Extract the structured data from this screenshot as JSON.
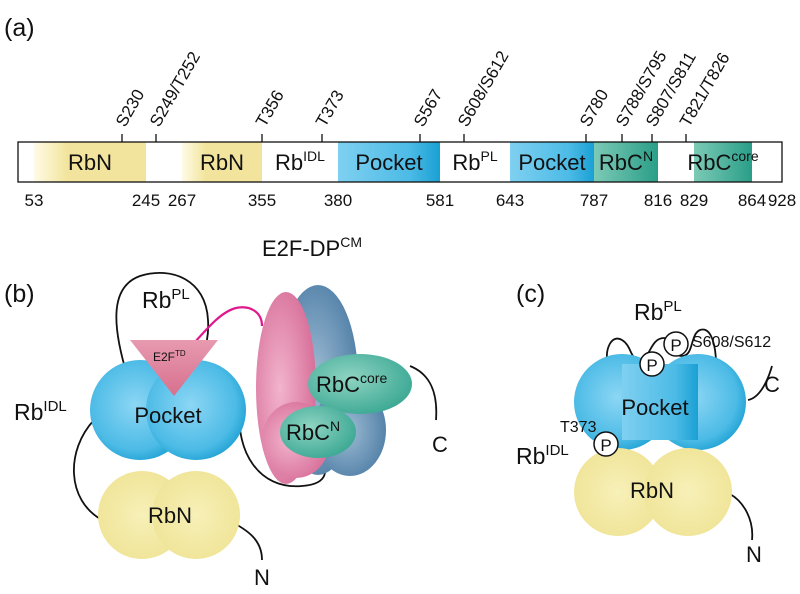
{
  "colors": {
    "rbn": "#f2e49c",
    "rbn_ball": "#f4ec9c",
    "pocket": "#5cc2ea",
    "pocket_dark": "#1aa6d8",
    "rbc": "#2fa58c",
    "rbc_light": "#6ec6b0",
    "e2f_td": "#e0869c",
    "e2f_pink": "#e48fb0",
    "dp_blue": "#5f8db2",
    "linker": "#e0168c",
    "line": "#111111"
  },
  "panel_a": {
    "label": "(a)",
    "domains": [
      {
        "label": "RbN",
        "start": 53,
        "end": 245,
        "kind": "rbn"
      },
      {
        "label": "RbN",
        "start": 267,
        "end": 355,
        "kind": "rbn"
      },
      {
        "label": "Rb",
        "sup": "IDL",
        "start": 355,
        "end": 380,
        "kind": "plain"
      },
      {
        "label": "Pocket",
        "start": 380,
        "end": 581,
        "kind": "pocket"
      },
      {
        "label": "Rb",
        "sup": "PL",
        "start": 581,
        "end": 643,
        "kind": "plain"
      },
      {
        "label": "Pocket",
        "start": 643,
        "end": 787,
        "kind": "pocket"
      },
      {
        "label": "RbC",
        "sup": "N",
        "start": 787,
        "end": 816,
        "kind": "rbc"
      },
      {
        "label": "RbC",
        "sup": "core",
        "start": 829,
        "end": 864,
        "kind": "rbc"
      }
    ],
    "positions": [
      53,
      245,
      267,
      355,
      380,
      581,
      643,
      787,
      816,
      829,
      864,
      928
    ],
    "sites": [
      {
        "label": "S230",
        "pos": 230
      },
      {
        "label": "S249/T252",
        "pos": 250
      },
      {
        "label": "T356",
        "pos": 356
      },
      {
        "label": "T373",
        "pos": 373
      },
      {
        "label": "S567",
        "pos": 567
      },
      {
        "label": "S608/S612",
        "pos": 610
      },
      {
        "label": "S780",
        "pos": 780
      },
      {
        "label": "S788/S795",
        "pos": 791
      },
      {
        "label": "S807/S811",
        "pos": 809
      },
      {
        "label": "T821/T826",
        "pos": 823
      }
    ]
  },
  "panel_b": {
    "label": "(b)",
    "rbpl": {
      "base": "Rb",
      "sup": "PL"
    },
    "e2f_td": {
      "base": "E2F",
      "sup": "TD"
    },
    "pocket": "Pocket",
    "rbidl": {
      "base": "Rb",
      "sup": "IDL"
    },
    "rbn": "RbN",
    "n_term": "N",
    "e2fdp": {
      "base": "E2F-DP",
      "sup": "CM"
    },
    "rbc_core": {
      "base": "RbC",
      "sup": "core"
    },
    "rbc_n": {
      "base": "RbC",
      "sup": "N"
    },
    "c_term": "C"
  },
  "panel_c": {
    "label": "(c)",
    "rbpl": {
      "base": "Rb",
      "sup": "PL"
    },
    "site_pl": "S608/S612",
    "phospho": "P",
    "site_idl": "T373",
    "pocket": "Pocket",
    "rbidl": {
      "base": "Rb",
      "sup": "IDL"
    },
    "rbn": "RbN",
    "c_term": "C",
    "n_term": "N"
  }
}
